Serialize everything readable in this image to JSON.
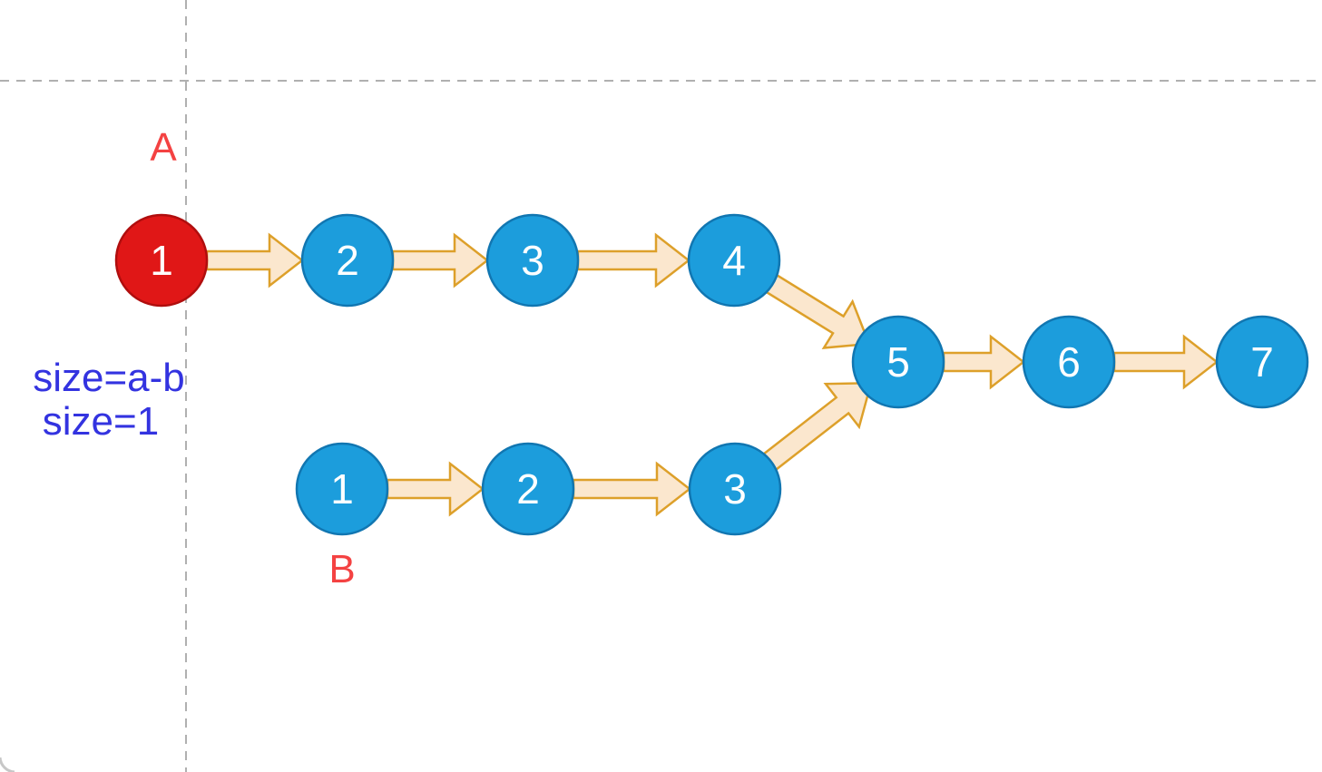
{
  "lists": {
    "a": {
      "label": "A",
      "nodes": [
        "1",
        "2",
        "3",
        "4"
      ]
    },
    "b": {
      "label": "B",
      "nodes": [
        "1",
        "2",
        "3"
      ]
    },
    "merged": {
      "nodes": [
        "5",
        "6",
        "7"
      ]
    }
  },
  "annotation": {
    "line1": "size=a-b",
    "line2": "size=1"
  },
  "edges": [
    "A1->A2",
    "A2->A3",
    "A3->A4",
    "A4->M5",
    "B1->B2",
    "B2->B3",
    "B3->M5",
    "M5->M6",
    "M6->M7"
  ],
  "colors": {
    "node_blue_fill": "#1c9ddc",
    "node_blue_stroke": "#1176b1",
    "node_red_fill": "#e01717",
    "node_red_stroke": "#b00e0e",
    "arrow_fill": "#fbe7ce",
    "arrow_stroke": "#dda02a",
    "gridline": "#b0b0b0",
    "list_label": "#f44242",
    "annotation": "#3333e0"
  }
}
